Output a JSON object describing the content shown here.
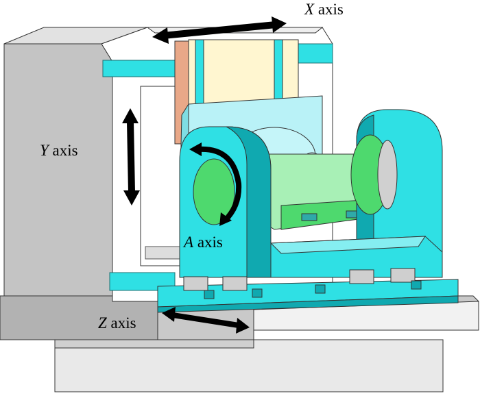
{
  "labels": {
    "x_axis": {
      "symbol": "X",
      "word": "axis"
    },
    "y_axis": {
      "symbol": "Y",
      "word": "axis"
    },
    "a_axis": {
      "symbol": "A",
      "word": "axis"
    },
    "z_axis": {
      "symbol": "Z",
      "word": "axis"
    }
  },
  "colors": {
    "frame_gray": "#c8c8c8",
    "base_gray": "#d8d8d8",
    "cyan": "#2fe0e4",
    "cyan_dark": "#10a9b0",
    "green": "#4ed96e",
    "light_blue": "#b9f2f7",
    "cream": "#fff6d0",
    "copper": "#e9a888",
    "arrow": "#000000"
  }
}
